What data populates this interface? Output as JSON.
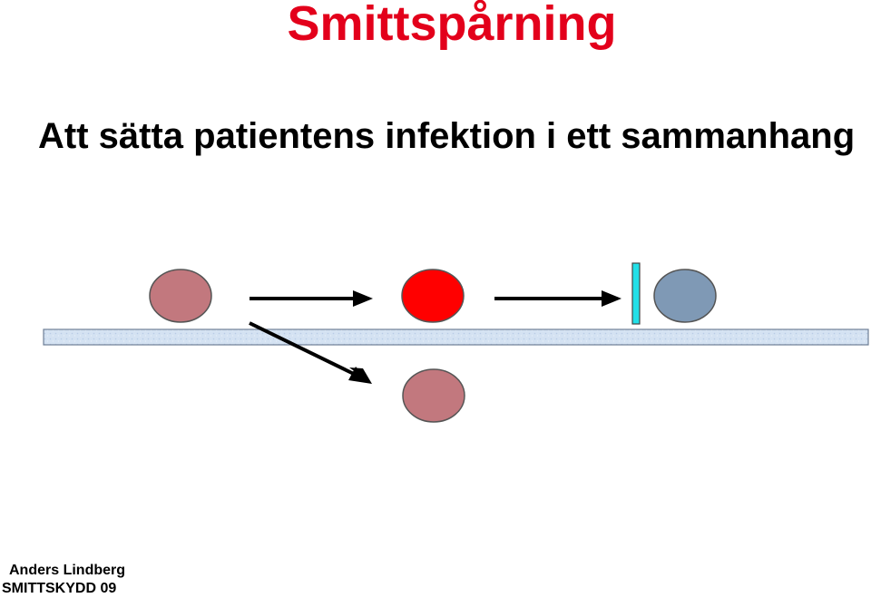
{
  "header": {
    "title": "Smittspårning",
    "subtitle": "Att sätta patientens infektion i ett sammanhang"
  },
  "footer": {
    "author": "Anders Lindberg",
    "event": "SMITTSKYDD 09"
  },
  "colors": {
    "title": "#e3001b",
    "text": "#000000",
    "patient_infected": "#c2787e",
    "patient_index": "#ff0000",
    "patient_protected": "#7f99b5",
    "barrier": "#22e0e8",
    "timeline": "#d2e0f0",
    "arrow": "#000000"
  }
}
